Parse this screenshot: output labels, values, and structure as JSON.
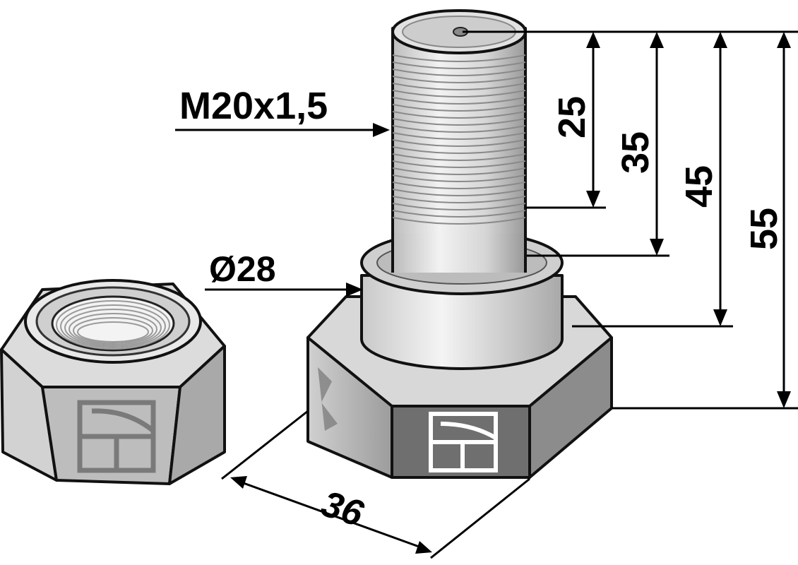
{
  "labels": {
    "thread": "M20x1,5",
    "collar_diameter": "Ø28",
    "width_across_flats": "36",
    "dim_thread_length": "25",
    "dim_shank_to_collar": "35",
    "dim_to_hex_top": "45",
    "dim_total_length": "55"
  },
  "colors": {
    "ink": "#000000",
    "steel_light": "#e6e6e6",
    "steel_mid": "#c8c8c8",
    "steel_dark": "#8a8a8a",
    "steel_shadow": "#6a6a6a",
    "logo_white": "#ffffff",
    "logo_grey": "#7a7a7a"
  },
  "icons": {
    "bolt_logo": "brand-logo-icon",
    "nut_logo": "brand-logo-icon"
  }
}
